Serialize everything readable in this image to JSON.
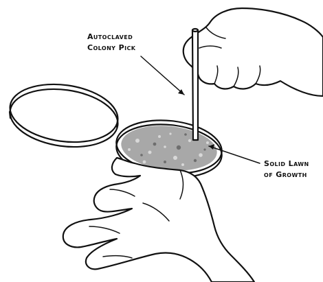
{
  "labels": {
    "pick_line1": "Autoclaved",
    "pick_line2": "Colony Pick",
    "lawn_line1": "Solid Lawn",
    "lawn_line2": "of Growth"
  },
  "colors": {
    "ink": "#111111",
    "lawn_fill": "#a8a8a8",
    "background": "#ffffff"
  }
}
